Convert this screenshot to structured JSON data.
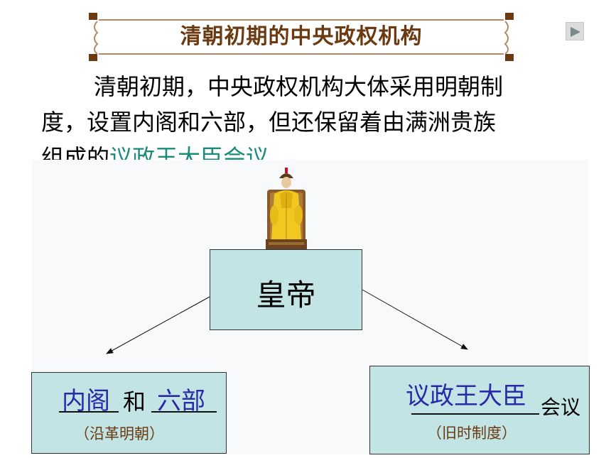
{
  "title": "清朝初期的中央政权机构",
  "intro": {
    "line1": "清朝初期，中央政权机构大体采用明朝制",
    "line2": "度，设置内阁和六部，但还保留着由满洲贵族",
    "line3_before": "组成的",
    "line3_link": "议政王大臣会议",
    "line3_after": "。"
  },
  "diagram": {
    "emperor": "皇帝",
    "left": {
      "answer1": "内阁",
      "connector": "和",
      "answer2": "六部",
      "note": "（沿革明朝）"
    },
    "right": {
      "answer": "议政王大臣",
      "suffix": "会议",
      "note": "（旧时制度）"
    }
  },
  "colors": {
    "title": "#6b3a10",
    "box_fill": "#c3e4e4",
    "answer": "#2a2aa8",
    "link": "#1a8a7a",
    "note": "#6b3a10"
  },
  "icons": [
    "play-icon",
    "emperor-portrait"
  ]
}
